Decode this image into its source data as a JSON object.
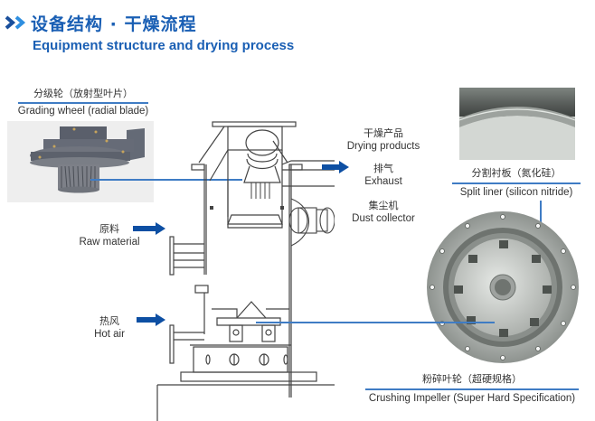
{
  "header": {
    "icon": "double-chevron-right-icon",
    "title_cn": "设备结构 · 干燥流程",
    "title_en": "Equipment structure and drying process"
  },
  "colors": {
    "brand_blue": "#1a5fb4",
    "arrow_blue": "#0d4fa3",
    "leader_line": "#3f7cc4",
    "text": "#333333"
  },
  "components": {
    "grading_wheel": {
      "cn": "分级轮（放射型叶片）",
      "en": "Grading wheel (radial blade)"
    },
    "split_liner": {
      "cn": "分割衬板（氮化硅）",
      "en": "Split liner (silicon nitride)"
    },
    "crushing_impeller": {
      "cn": "粉碎叶轮（超硬规格）",
      "en": "Crushing Impeller (Super Hard Specification)"
    }
  },
  "flows": {
    "drying_products": {
      "cn": "干燥产品",
      "en": "Drying products"
    },
    "exhaust": {
      "cn": "排气",
      "en": "Exhaust"
    },
    "dust_collector": {
      "cn": "集尘机",
      "en": "Dust collector"
    },
    "raw_material": {
      "cn": "原料",
      "en": "Raw material"
    },
    "hot_air": {
      "cn": "热风",
      "en": "Hot air"
    }
  }
}
